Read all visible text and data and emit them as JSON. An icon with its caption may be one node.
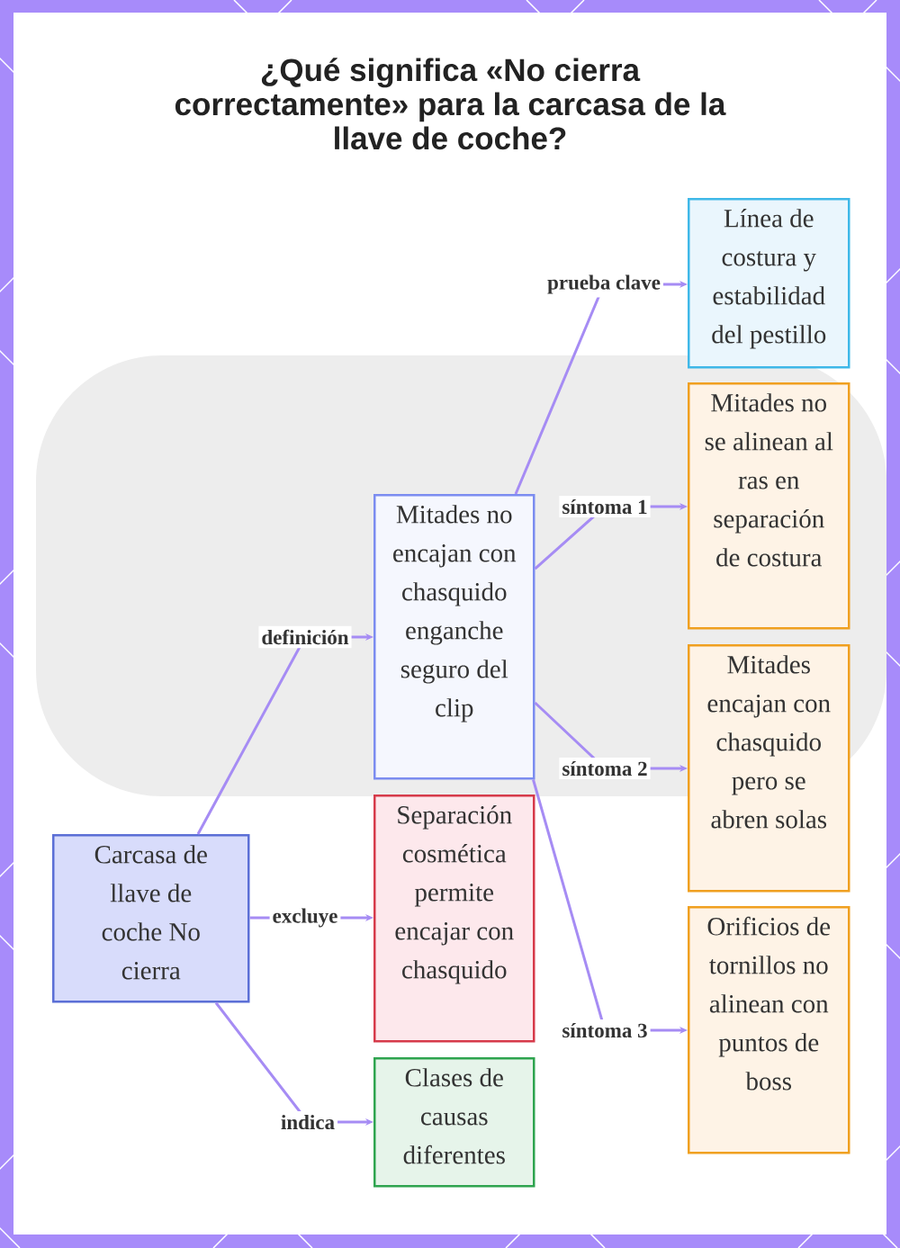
{
  "diagram": {
    "title": "¿Qué significa «No cierra correctamente» para la carcasa de la llave de coche?",
    "nodes": [
      {
        "text": [
          "Carcasa de llave de coche No cierra"
        ]
      },
      {
        "text": [
          "Mitades no encajan con chasquido enganche seguro del clip"
        ]
      },
      {
        "text": [
          "Separación cosmética permite encajar con chasquido"
        ]
      },
      {
        "text": [
          "Clases de causas diferentes"
        ]
      },
      {
        "text": [
          "Línea de costura y estabilidad del pestillo"
        ]
      },
      {
        "text": [
          "Mitades no se alinean al ras en separación de costura"
        ]
      },
      {
        "text": [
          "Mitades encajan con chasquido pero se abren solas"
        ]
      },
      {
        "text": [
          "Orificios de tornillos no alinean con puntos de boss"
        ]
      }
    ],
    "edges": [
      {
        "from": 0,
        "to": 1,
        "arrow": "to",
        "label": "definición"
      },
      {
        "from": 0,
        "to": 2,
        "arrow": "to",
        "label": "excluye"
      },
      {
        "from": 0,
        "to": 3,
        "arrow": "to",
        "label": "indica"
      },
      {
        "from": 1,
        "to": 4,
        "arrow": "to",
        "label": "prueba clave"
      },
      {
        "from": 1,
        "to": 5,
        "arrow": "to",
        "label": "síntoma 1"
      },
      {
        "from": 1,
        "to": 6,
        "arrow": "to",
        "label": "síntoma 2"
      },
      {
        "from": 1,
        "to": 7,
        "arrow": "to",
        "label": "síntoma 3"
      }
    ]
  }
}
